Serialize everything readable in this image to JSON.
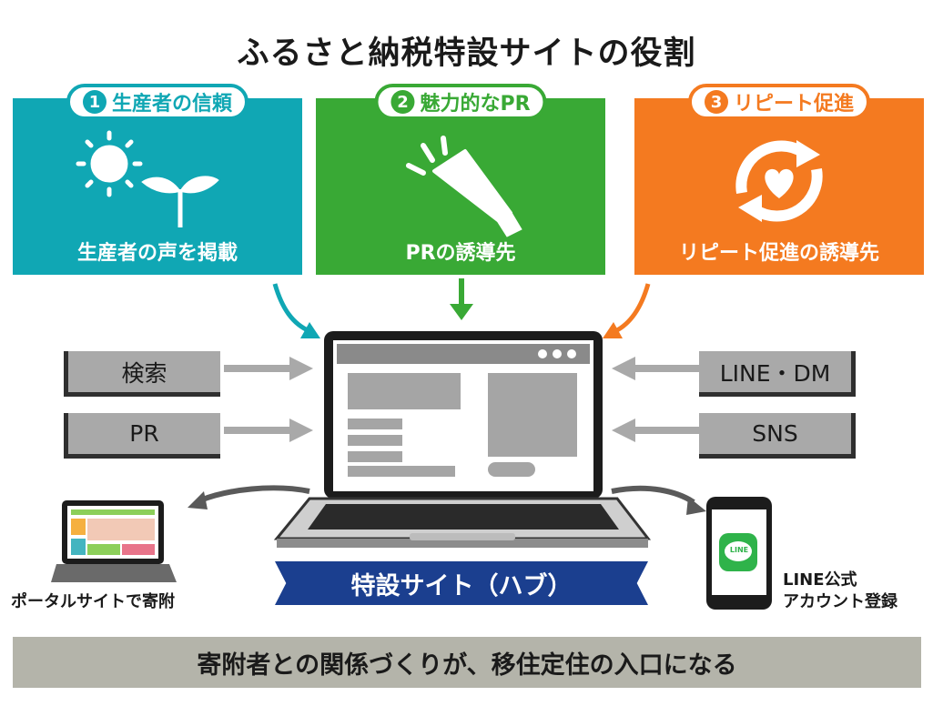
{
  "title": "ふるさと納税特設サイトの役割",
  "roles": [
    {
      "num": "1",
      "label": "生産者の信頼",
      "caption": "生産者の声を掲載",
      "icon": "sun-sprout-icon",
      "color": "#10a7b4"
    },
    {
      "num": "2",
      "label": "魅力的なPR",
      "caption": "PRの誘導先",
      "icon": "megaphone-icon",
      "color": "#39a935"
    },
    {
      "num": "3",
      "label": "リピート促進",
      "caption": "リピート促進の誘導先",
      "icon": "heart-cycle-icon",
      "color": "#f47a20"
    }
  ],
  "sources_left": [
    "検索",
    "PR"
  ],
  "sources_right": [
    "LINE・DM",
    "SNS"
  ],
  "outputs": {
    "portal": "ポータルサイトで寄附",
    "line_line1": "LINE公式",
    "line_line2": "アカウント登録",
    "line_logo": "LINE"
  },
  "hub": "特設サイト（ハブ）",
  "footer": "寄附者との関係づくりが、移住定住の入口になる"
}
